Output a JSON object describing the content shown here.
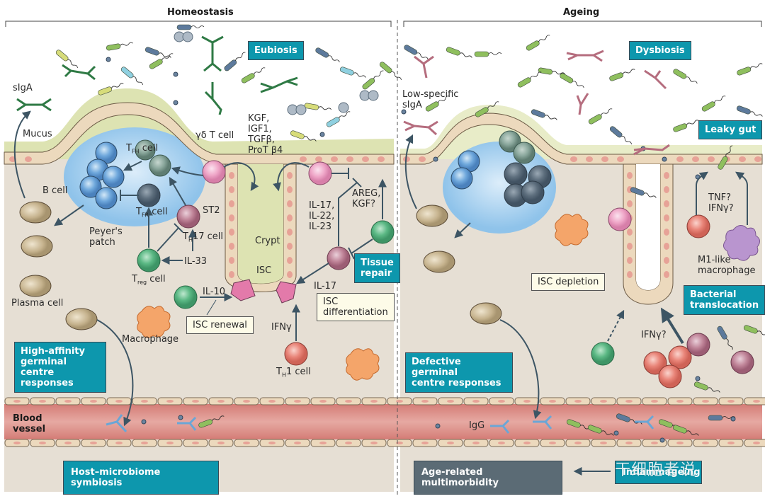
{
  "panels": {
    "left": {
      "title": "Homeostasis"
    },
    "right": {
      "title": "Ageing"
    }
  },
  "left": {
    "boxes": {
      "eubiosis": "Eubiosis",
      "high_affinity": [
        "High-affinity",
        "germinal centre",
        "responses"
      ],
      "tissue_repair": [
        "Tissue",
        "repair"
      ],
      "host_microbiome": "Host–microbiome symbiosis"
    },
    "callouts": {
      "isc_renewal": "ISC renewal",
      "isc_differentiation": [
        "ISC",
        "differentiation"
      ]
    },
    "labels": {
      "siga": "sIgA",
      "mucus": "Mucus",
      "tfh_cell": "T",
      "tfh_sub": "FH",
      "tfh_rest": " cell",
      "b_cell": "B cell",
      "tfr_cell": "T",
      "tfr_sub": "FR",
      "tfr_rest": " cell",
      "gd_t_cell": "γδ T cell",
      "st2": "ST2",
      "th17": "T",
      "th17_sub": "H",
      "th17_rest": "17 cell",
      "il33": "IL-33",
      "peyers": [
        "Peyer's",
        "patch"
      ],
      "treg": "T",
      "treg_sub": "reg",
      "treg_rest": " cell",
      "plasma_cell": "Plasma cell",
      "macrophage": "Macrophage",
      "il10": "IL-10",
      "kgf_list": [
        "KGF,",
        "IGF1,",
        "TGFβ,",
        "ProT β4"
      ],
      "crypt": "Crypt",
      "isc": "ISC",
      "il17_22_23": [
        "IL-17,",
        "IL-22,",
        "IL-23"
      ],
      "areg": [
        "AREG,",
        "KGF?"
      ],
      "il17": "IL-17",
      "ifng": "IFNγ",
      "th1": "T",
      "th1_sub": "H",
      "th1_rest": "1 cell",
      "blood_vessel": [
        "Blood",
        "vessel"
      ]
    }
  },
  "right": {
    "boxes": {
      "dysbiosis": "Dysbiosis",
      "leaky_gut": "Leaky gut",
      "bacterial_translocation": [
        "Bacterial",
        "translocation"
      ],
      "defective_gc": [
        "Defective germinal",
        "centre responses"
      ],
      "age_related": "Age-related multimorbidity",
      "inflammageing": "Inflammageing"
    },
    "callouts": {
      "isc_depletion": "ISC depletion"
    },
    "labels": {
      "low_specific": [
        "Low-specific",
        "sIgA"
      ],
      "tnf_ifng": [
        "TNF?",
        "IFNγ?"
      ],
      "m1_macrophage": [
        "M1-like",
        "macrophage"
      ],
      "ifng_q": "IFNγ?",
      "igg": "IgG"
    }
  },
  "watermark": "干细胞者说",
  "colors": {
    "teal_box": "#0d97ad",
    "grey_box": "#5b6b75",
    "tissue_bg": "#e6dfd4",
    "mucus": "#dde3b2",
    "epithelium": "#ecd9bd",
    "nucleus": "#e7a297",
    "vessel": "#d98a84",
    "arrow": "#3d5564"
  }
}
